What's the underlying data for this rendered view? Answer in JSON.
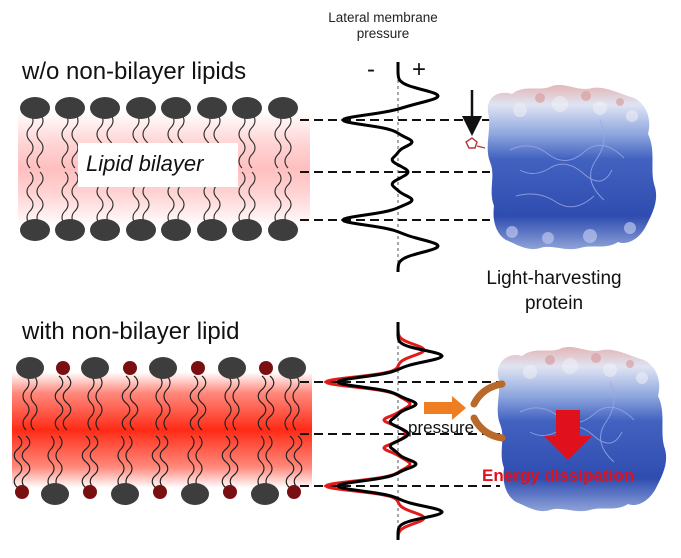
{
  "title": {
    "lines": [
      "Lateral membrane",
      "pressure"
    ]
  },
  "axis": {
    "minus": "-",
    "plus": "+"
  },
  "top_panel": {
    "heading": "w/o non-bilayer lipids",
    "bilayer_label": "Lipid bilayer"
  },
  "bottom_panel": {
    "heading": "with non-bilayer lipid",
    "pressure_label": "pressure",
    "energy_label": "Energy dissipation"
  },
  "protein_label": {
    "lines": [
      "Light-harvesting",
      "protein"
    ]
  },
  "colors": {
    "lipid_head": "#3d3d3d",
    "nonbilayer_head": "#7a0f12",
    "membrane_glow": "#ff2a1a",
    "profile_red": "#e21a1a",
    "pressure_arrow": "#ef7d22",
    "energy_arrow": "#e0101c",
    "protein_blue": "#3552b5"
  }
}
